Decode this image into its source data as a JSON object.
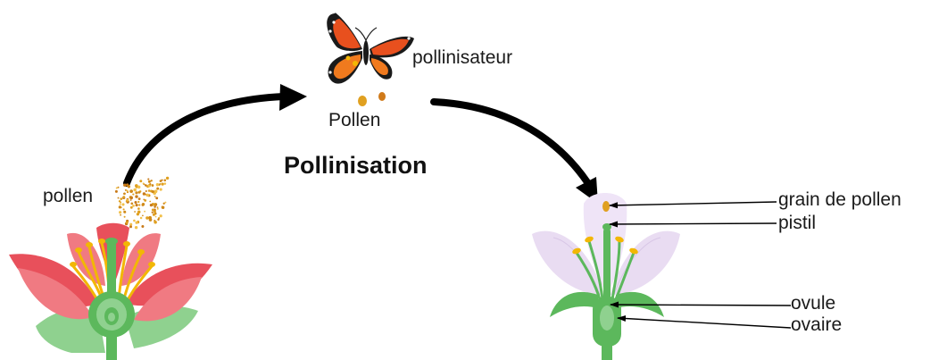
{
  "title": "Pollinisation",
  "labels": {
    "pollinator": "pollinisateur",
    "pollen_top": "Pollen",
    "pollen_left": "pollen",
    "pollen_grain": "grain de pollen",
    "pistil": "pistil",
    "ovule": "ovule",
    "ovary": "ovaire"
  },
  "colors": {
    "arrow": "#000000",
    "left_petals": "#e8505b",
    "left_petals_light": "#f07a82",
    "stem_green": "#5cb85c",
    "light_green": "#8fd18f",
    "stamen_yellow": "#f2b705",
    "right_petals": "#e9dcf2",
    "pollen": "#e0a020",
    "butterfly_orange": "#e8501e"
  },
  "icons": [
    "butterfly-icon",
    "red-flower-icon",
    "pink-flower-icon"
  ]
}
